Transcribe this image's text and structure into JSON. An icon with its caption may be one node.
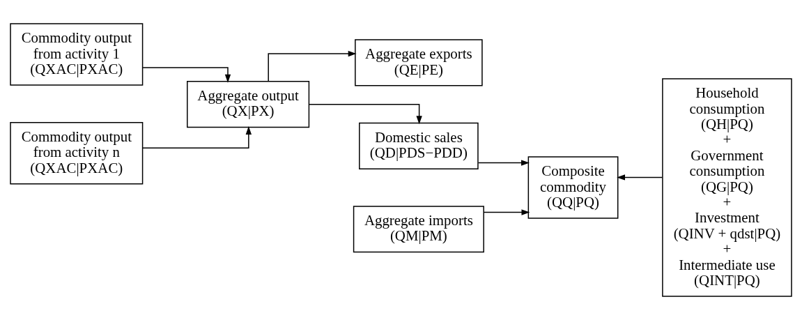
{
  "diagram": {
    "nodes": [
      {
        "text": [
          "Commodity output from activity 1",
          "(QXAC|PXAC)"
        ]
      },
      {
        "text": [
          "Commodity output from activity n",
          "(QXAC|PXAC)"
        ]
      },
      {
        "text": [
          "Aggregate output",
          "(QX|PX)"
        ]
      },
      {
        "text": [
          "Aggregate exports",
          "(QE|PE)"
        ]
      },
      {
        "text": [
          "Domestic sales",
          "(QD|PDS−PDD)"
        ]
      },
      {
        "text": [
          "Aggregate imports",
          "(QM|PM)"
        ]
      },
      {
        "text": [
          "Composite commodity",
          "(QQ|PQ)"
        ]
      },
      {
        "text": [
          "Household consumption",
          "(QH|PQ)",
          "+",
          "Government consumption",
          "(QG|PQ)",
          "+",
          "Investment",
          "(QINV + qdst|PQ)",
          "+",
          "Intermediate use",
          "(QINT|PQ)"
        ]
      }
    ],
    "edges": [
      {
        "from": 0,
        "to": 2,
        "arrow": "to"
      },
      {
        "from": 1,
        "to": 2,
        "arrow": "to"
      },
      {
        "from": 2,
        "to": 3,
        "arrow": "to"
      },
      {
        "from": 2,
        "to": 4,
        "arrow": "to"
      },
      {
        "from": 4,
        "to": 6,
        "arrow": "to"
      },
      {
        "from": 5,
        "to": 6,
        "arrow": "to"
      },
      {
        "from": 7,
        "to": 6,
        "arrow": "to"
      }
    ]
  }
}
